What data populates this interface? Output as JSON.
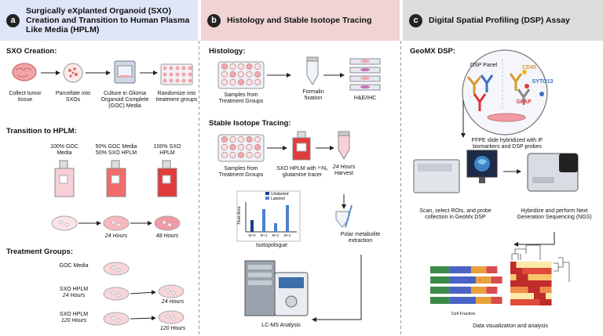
{
  "panel_a": {
    "letter": "a",
    "title": "Surgically eXplanted Organoid (SXO) Creation and Transition to Human Plasma Like Media (HPLM)",
    "sxo_creation": {
      "heading": "SXO Creation:",
      "steps": [
        "Collect tumor tissue",
        "Parcellate into SXOs",
        "Culture in Glioma Organoid Complete (GOC) Media",
        "Randomize into treatment groups"
      ]
    },
    "transition": {
      "heading": "Transition to HPLM:",
      "flask1": "100% GOC Media",
      "flask2": "50% GOC Media 50% SXO HPLM",
      "flask3": "100% SXO HPLM",
      "t1": "24 Hours",
      "t2": "48 Hours"
    },
    "treatment": {
      "heading": "Treatment Groups:",
      "g1": "GOC Media",
      "g2": "SXO HPLM",
      "g2_time": "24 Hours",
      "g3": "SXO HPLM",
      "g3_time": "120 Hours",
      "out1": "24 Hours",
      "out2": "120 Hours"
    }
  },
  "panel_b": {
    "letter": "b",
    "title": "Histology and Stable Isotope Tracing",
    "histology": {
      "heading": "Histology:",
      "samples": "Samples from Treatment Groups",
      "fixation": "Formalin fixation",
      "stain": "H&E/IHC"
    },
    "tracing": {
      "heading": "Stable Isotope Tracing:",
      "samples": "Samples from Treatment Groups",
      "tracer": "SXO HPLM with ¹⁵N₂ glutamine tracer",
      "harvest_time": "24 Hours",
      "harvest": "Harvest",
      "extraction": "Polar metabolite extraction",
      "lcms": "LC-MS Analysis"
    },
    "chart": {
      "legend_unlabeled": "Unlabeled",
      "legend_labeled": "Labeled",
      "ylabel": "Peak Area",
      "xlabel": "Isotopologue",
      "ticks": [
        "M+0",
        "M+1",
        "M+2",
        "M+3"
      ]
    }
  },
  "panel_c": {
    "letter": "c",
    "title": "Digital Spatial Profiling (DSP) Assay",
    "geomx": {
      "heading": "GeoMX DSP:",
      "dsp_panel": "DSP Panel",
      "markers": [
        "CD45",
        "SYTO13",
        "GFAP"
      ],
      "ffpe": "FFPE slide hybridized with IF biomarkers and DSP probes",
      "scan": "Scan, select ROIs, and probe collection in GeoMx DSP",
      "ngs": "Hybridize and perform Next Generation Sequencing (NGS)",
      "cell_fraction": "Cell Fraction",
      "viz": "Data visualization and analysis"
    }
  },
  "colors": {
    "panel_a": "#dfe6f7",
    "panel_b": "#f1d3d3",
    "panel_c": "#dddddd",
    "pink": "#f4a6ae",
    "red": "#e23b3b"
  }
}
